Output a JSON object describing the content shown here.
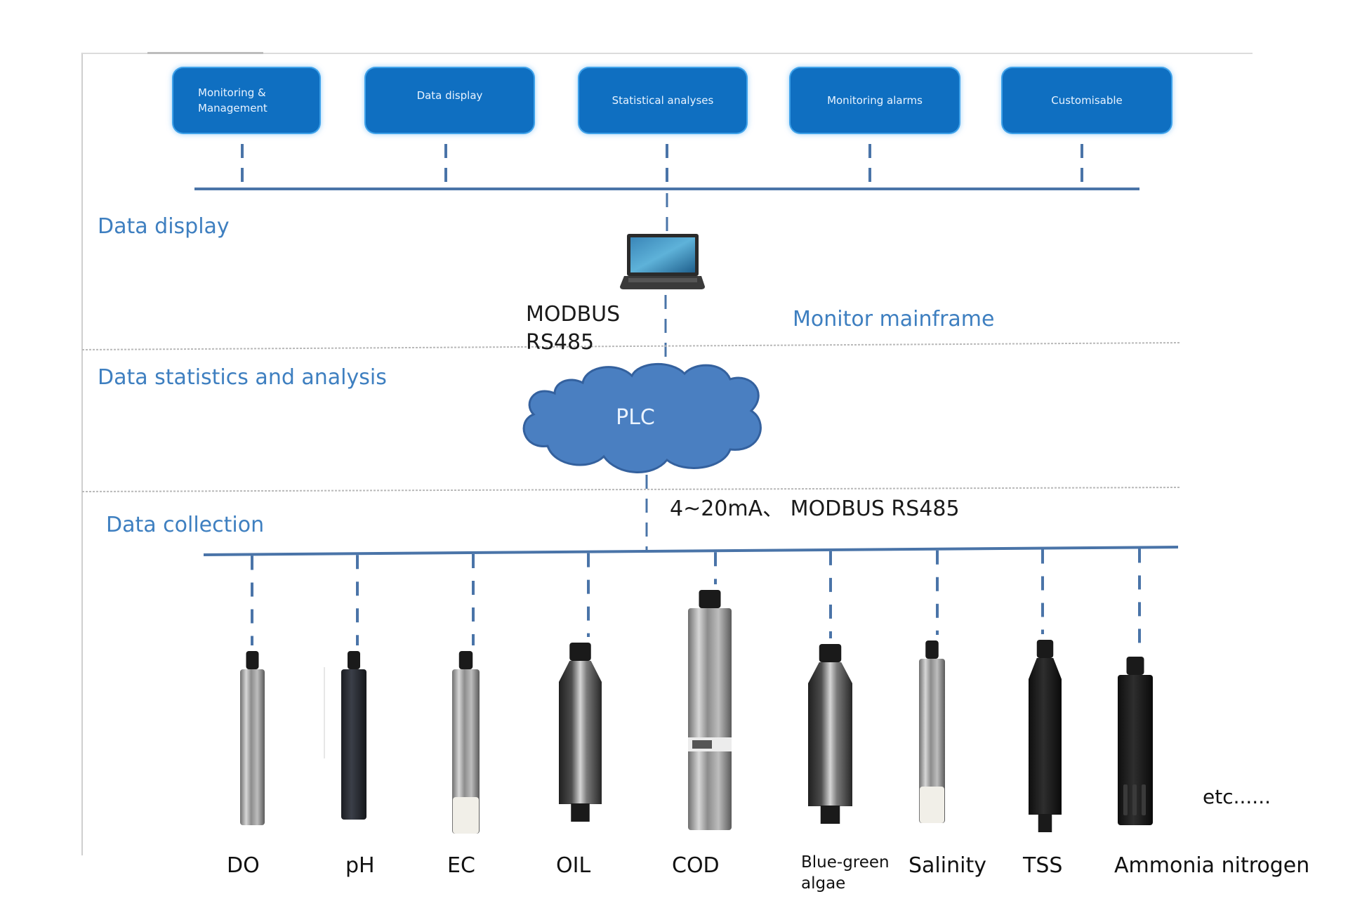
{
  "functions": [
    {
      "label": "Monitoring & Management",
      "lines": [
        "Monitoring &",
        "Management"
      ]
    },
    {
      "label": "Data display"
    },
    {
      "label": "Statistical analyses"
    },
    {
      "label": "Monitoring alarms"
    },
    {
      "label": "Customisable"
    }
  ],
  "layers": {
    "display": "Data display",
    "statistics": "Data statistics and analysis",
    "collection": "Data collection"
  },
  "nodes": {
    "laptop_icon": "laptop-icon",
    "monitor_label": "Monitor mainframe",
    "upper_protocol": [
      "MODBUS",
      "RS485"
    ],
    "plc_label": "PLC",
    "lower_protocol": "4~20mA、 MODBUS RS485"
  },
  "sensors": [
    {
      "label": "DO",
      "style": "steel"
    },
    {
      "label": "pH",
      "style": "dark"
    },
    {
      "label": "EC",
      "style": "steel-white-tip"
    },
    {
      "label": "OIL",
      "style": "dark-steel"
    },
    {
      "label": "COD",
      "style": "steel-long"
    },
    {
      "label": "Blue-green algae",
      "lines": [
        "Blue-green",
        "algae"
      ],
      "style": "dark-steel"
    },
    {
      "label": "Salinity",
      "style": "steel-white-tip"
    },
    {
      "label": "TSS",
      "style": "black"
    },
    {
      "label": "Ammonia nitrogen",
      "style": "black-slotted"
    }
  ],
  "more_label": "etc......",
  "colors": {
    "box_fill": "#0f6fc1",
    "box_glow": "#3fa2ea",
    "bus_line": "#4a74a8",
    "layer_text": "#3e7fc0",
    "cloud_fill": "#4a7fc1",
    "cloud_stroke": "#34619e"
  }
}
